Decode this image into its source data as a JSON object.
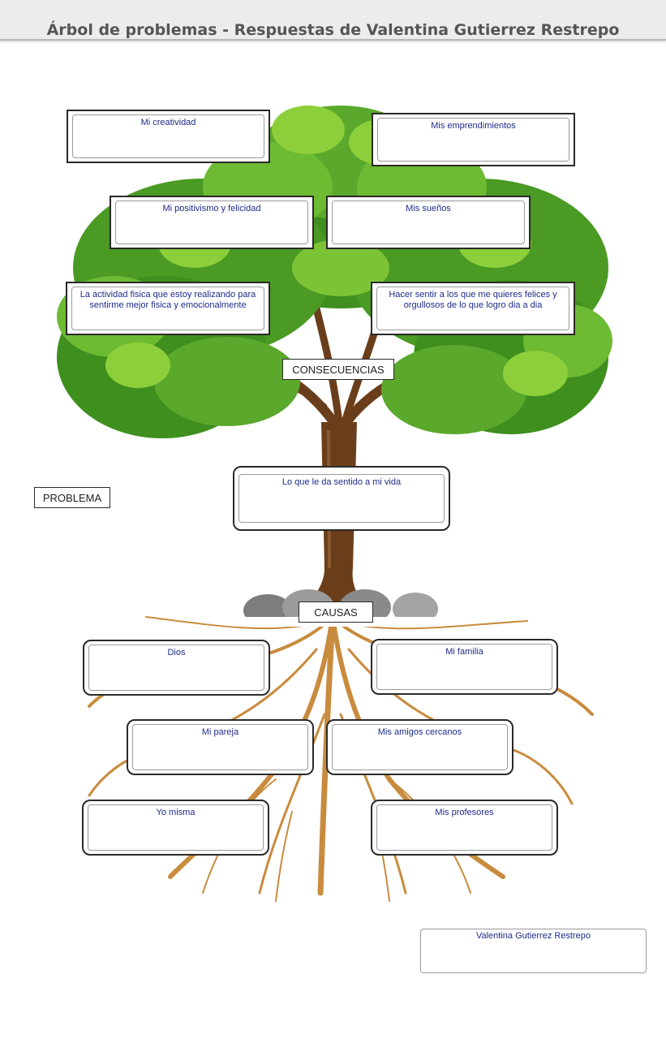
{
  "header": {
    "title": "Árbol de problemas - Respuestas de Valentina Gutierrez Restrepo"
  },
  "labels": {
    "consequences": "CONSECUENCIAS",
    "problem": "PROBLEMA",
    "causes": "CAUSAS"
  },
  "consequences": [
    "Mi creatividad",
    "Mis emprendimientos",
    "Mi positivismo y felicidad",
    "Mis sueños",
    "La actividad fisica que estoy realizando para sentirme mejor fisica y emocionalmente",
    "Hacer sentir a los que me quieres felices y orgullosos de lo que logro dia a dia"
  ],
  "problem": "Lo que le da sentido a mi vida",
  "causes": [
    "Dios",
    "Mi familia",
    "Mi pareja",
    "Mis amigos cercanos",
    "Yo misma",
    "Mis profesores"
  ],
  "author": "Valentina Gutierrez Restrepo",
  "colors": {
    "answer_text": "#1f2a8a",
    "leaf_dark": "#3f8f1f",
    "leaf_light": "#8ccf3a",
    "trunk": "#6b3e1b",
    "roots": "#c98b3e"
  }
}
